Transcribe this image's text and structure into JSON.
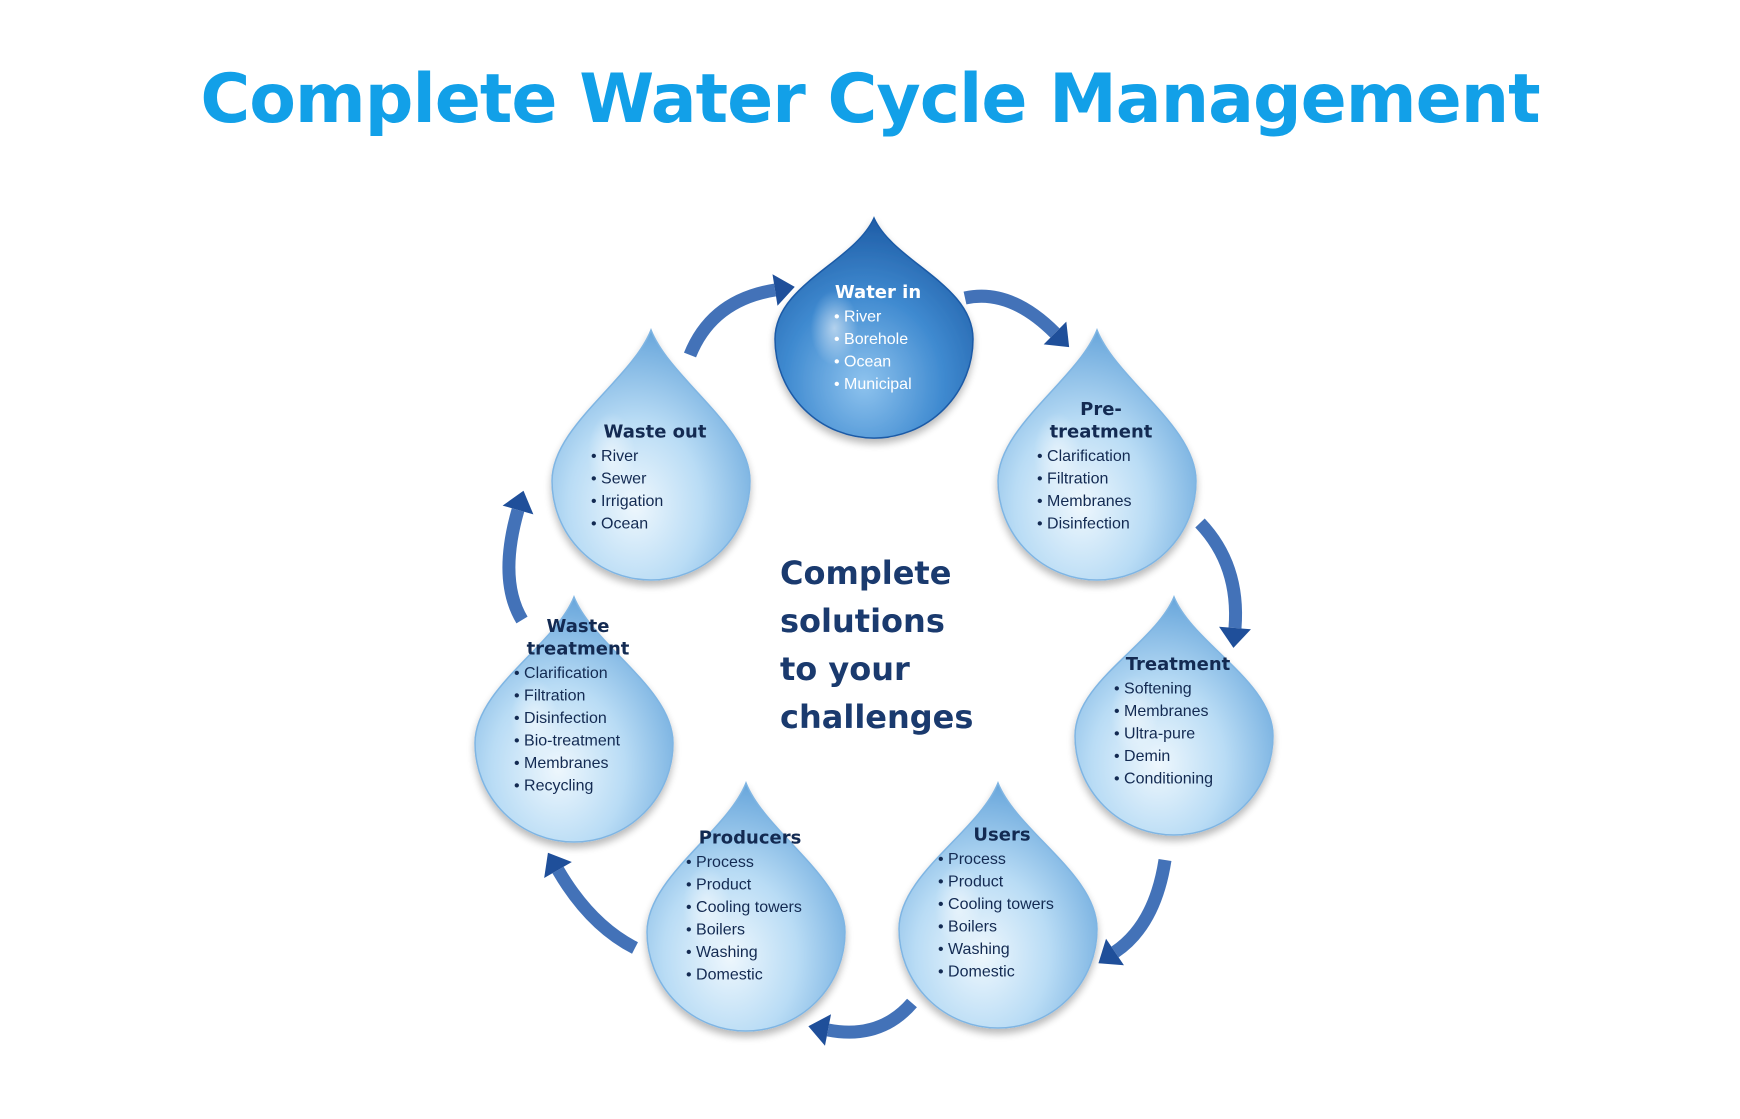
{
  "title": "Complete Water Cycle Management",
  "center_lines": [
    "Complete",
    "solutions",
    "to your",
    "challenges"
  ],
  "colors": {
    "title": "#12a0e8",
    "drop_light": "#d8ecfa",
    "drop_mid": "#8fc2ec",
    "drop_dark": "#2f7cc6",
    "drop_top_dark": "#1d5ea8",
    "text_dark": "#132a52",
    "arrow": "#1f4f9a"
  },
  "stages": [
    {
      "id": "water-in",
      "title_lines": [
        "Water in"
      ],
      "items": [
        "River",
        "Borehole",
        "Ocean",
        "Municipal"
      ],
      "style": "dark"
    },
    {
      "id": "pre-treatment",
      "title_lines": [
        "Pre-",
        "treatment"
      ],
      "items": [
        "Clarification",
        "Filtration",
        "Membranes",
        "Disinfection"
      ],
      "style": "light"
    },
    {
      "id": "treatment",
      "title_lines": [
        "Treatment"
      ],
      "items": [
        "Softening",
        "Membranes",
        "Ultra-pure",
        "Demin",
        "Conditioning"
      ],
      "style": "light"
    },
    {
      "id": "users",
      "title_lines": [
        "Users"
      ],
      "items": [
        "Process",
        "Product",
        "Cooling towers",
        "Boilers",
        "Washing",
        "Domestic"
      ],
      "style": "light"
    },
    {
      "id": "producers",
      "title_lines": [
        "Producers"
      ],
      "items": [
        "Process",
        "Product",
        "Cooling towers",
        "Boilers",
        "Washing",
        "Domestic"
      ],
      "style": "light"
    },
    {
      "id": "waste-treatment",
      "title_lines": [
        "Waste",
        "treatment"
      ],
      "items": [
        "Clarification",
        "Filtration",
        "Disinfection",
        "Bio-treatment",
        "Membranes",
        "Recycling"
      ],
      "style": "light"
    },
    {
      "id": "waste-out",
      "title_lines": [
        "Waste out"
      ],
      "items": [
        "River",
        "Sewer",
        "Irrigation",
        "Ocean"
      ],
      "style": "light"
    }
  ]
}
